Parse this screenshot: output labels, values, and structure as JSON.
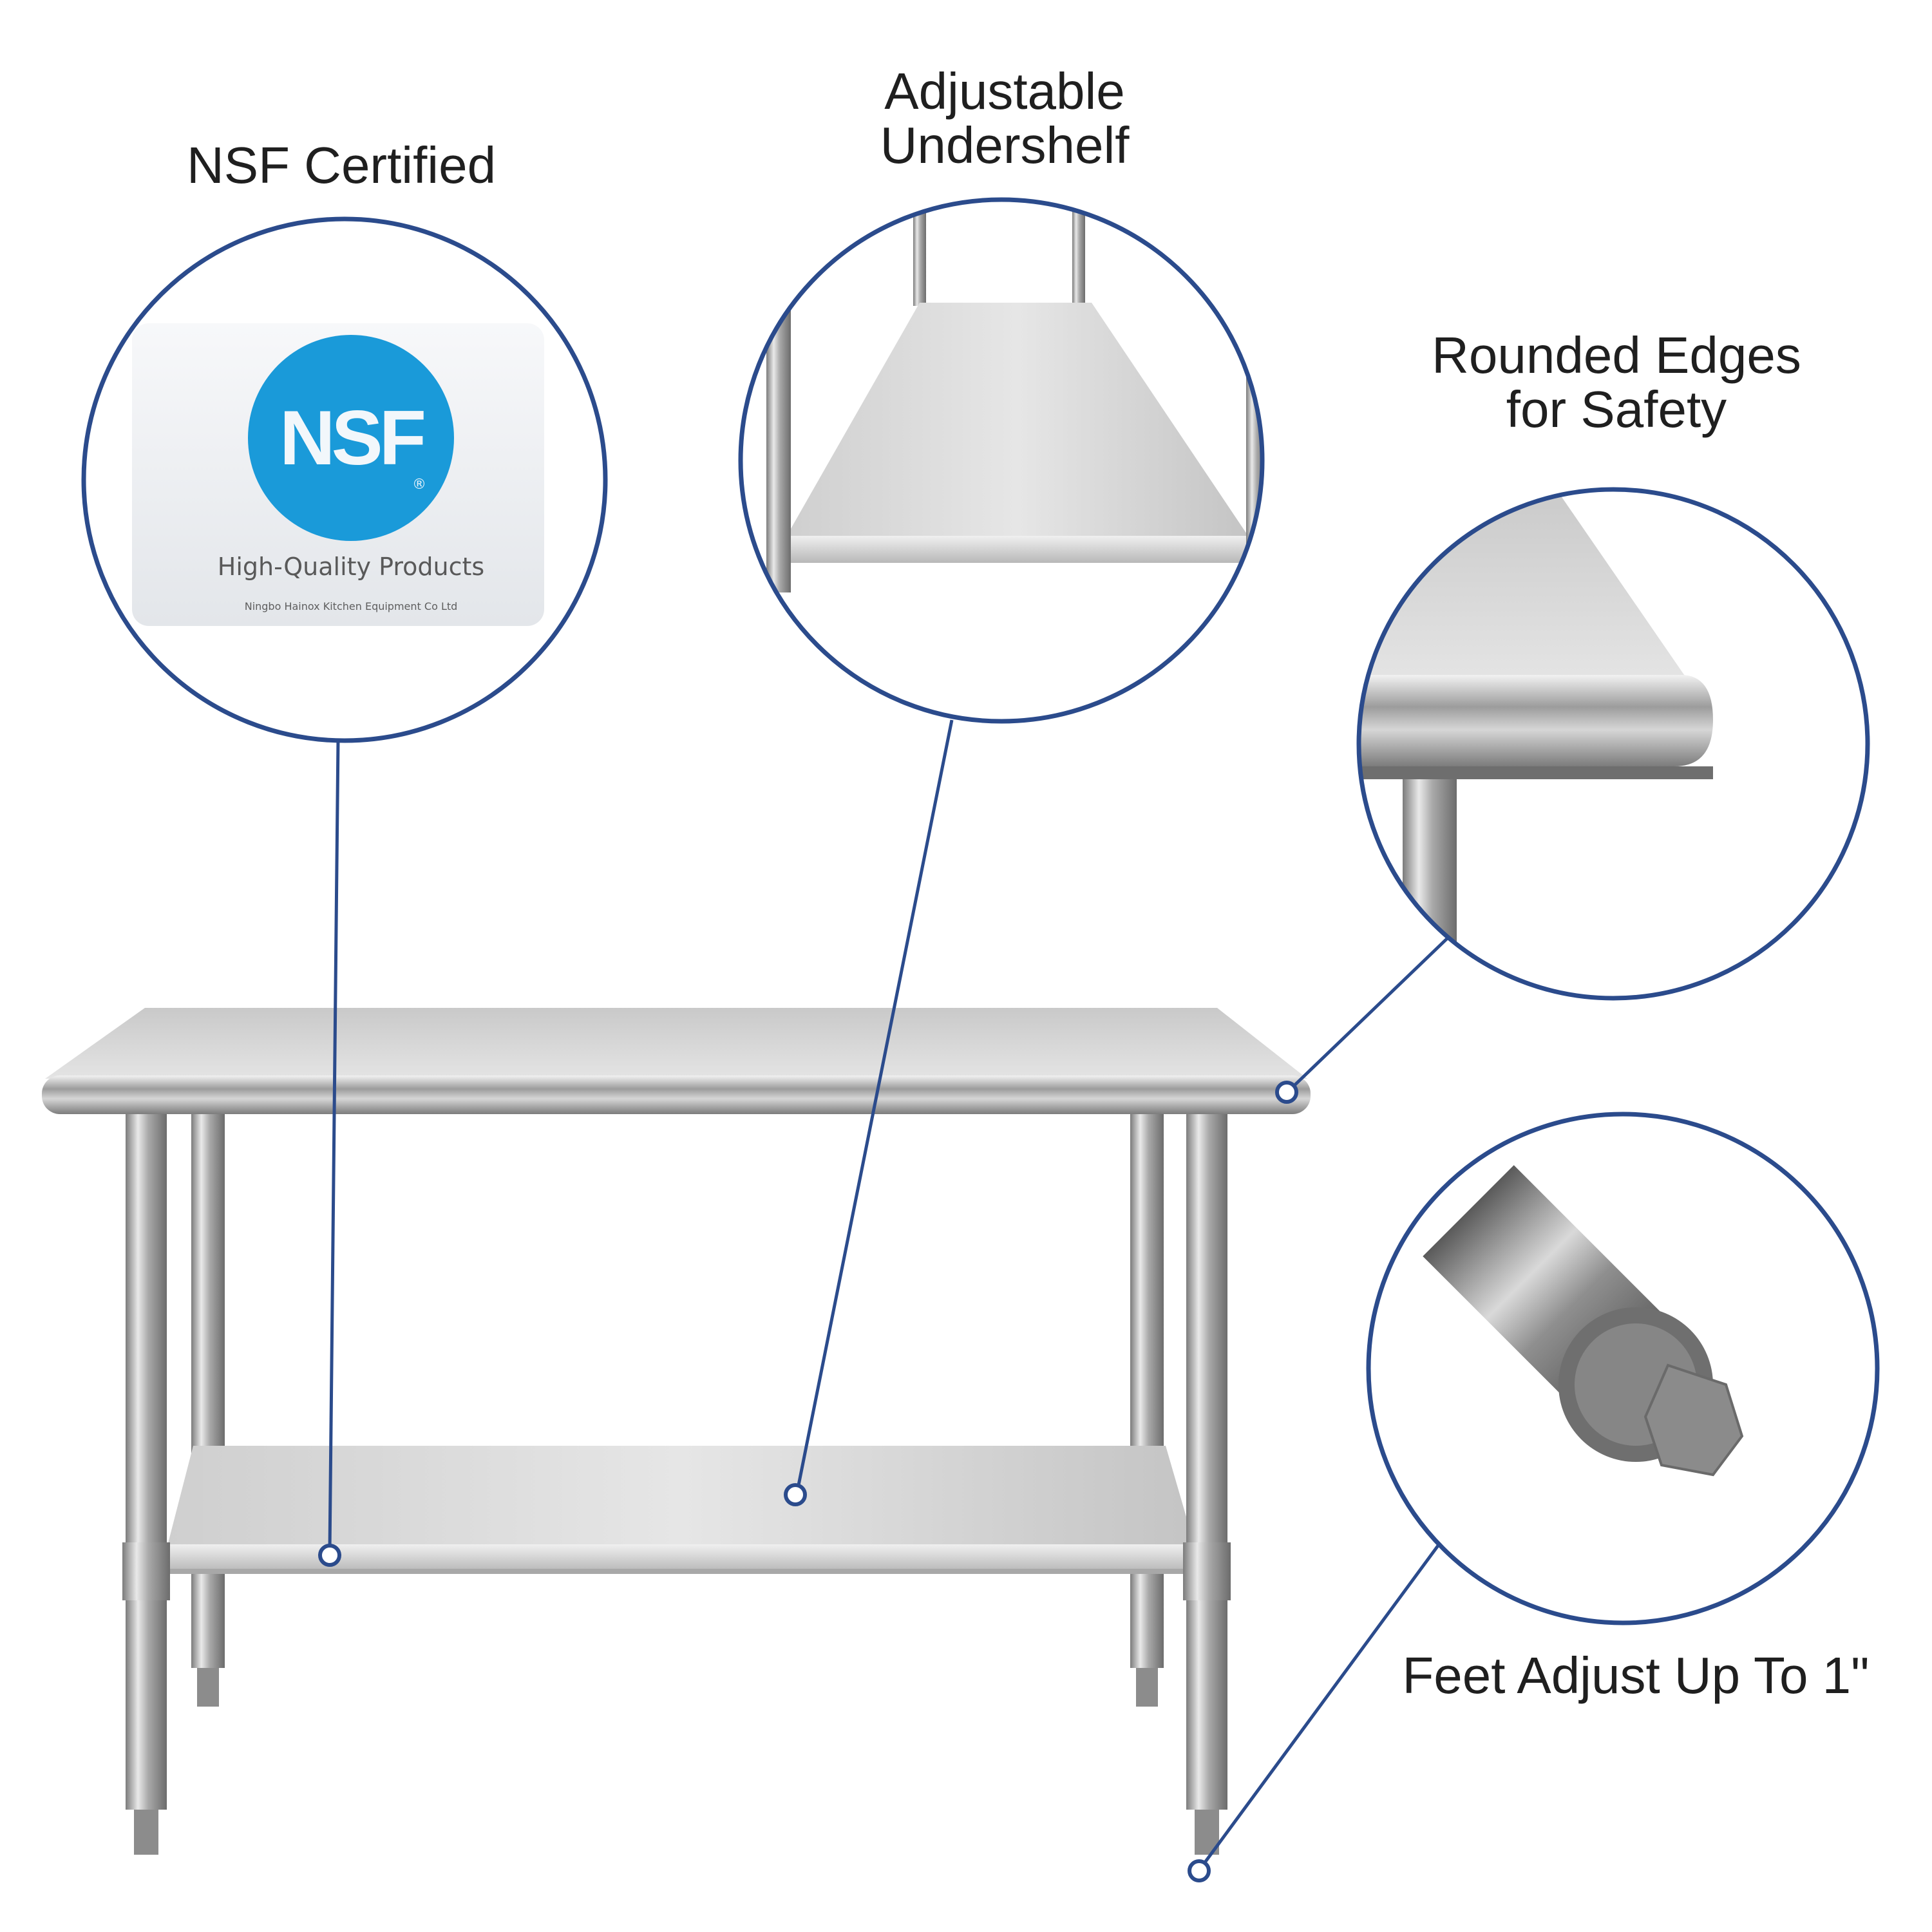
{
  "callouts": {
    "nsf": {
      "title": "NSF Certified"
    },
    "undershelf": {
      "title_line1": "Adjustable",
      "title_line2": "Undershelf"
    },
    "edges": {
      "title_line1": "Rounded Edges",
      "title_line2": "for Safety"
    },
    "feet": {
      "title": "Feet Adjust Up To 1\""
    }
  },
  "nsf_sticker": {
    "logo_text": "NSF",
    "registered_mark": "®",
    "tagline": "High-Quality Products",
    "manufacturer": "Ningbo Hainox Kitchen Equipment Co Ltd"
  },
  "colors": {
    "callout_ring": "#2b4b8c",
    "nsf_blue": "#1a9ad9",
    "steel_light": "#dcdcdc",
    "steel_dark": "#8a8a8a"
  },
  "icons": {
    "leader_dot": "leader-dot-icon",
    "nsf_logo": "nsf-logo-icon"
  }
}
